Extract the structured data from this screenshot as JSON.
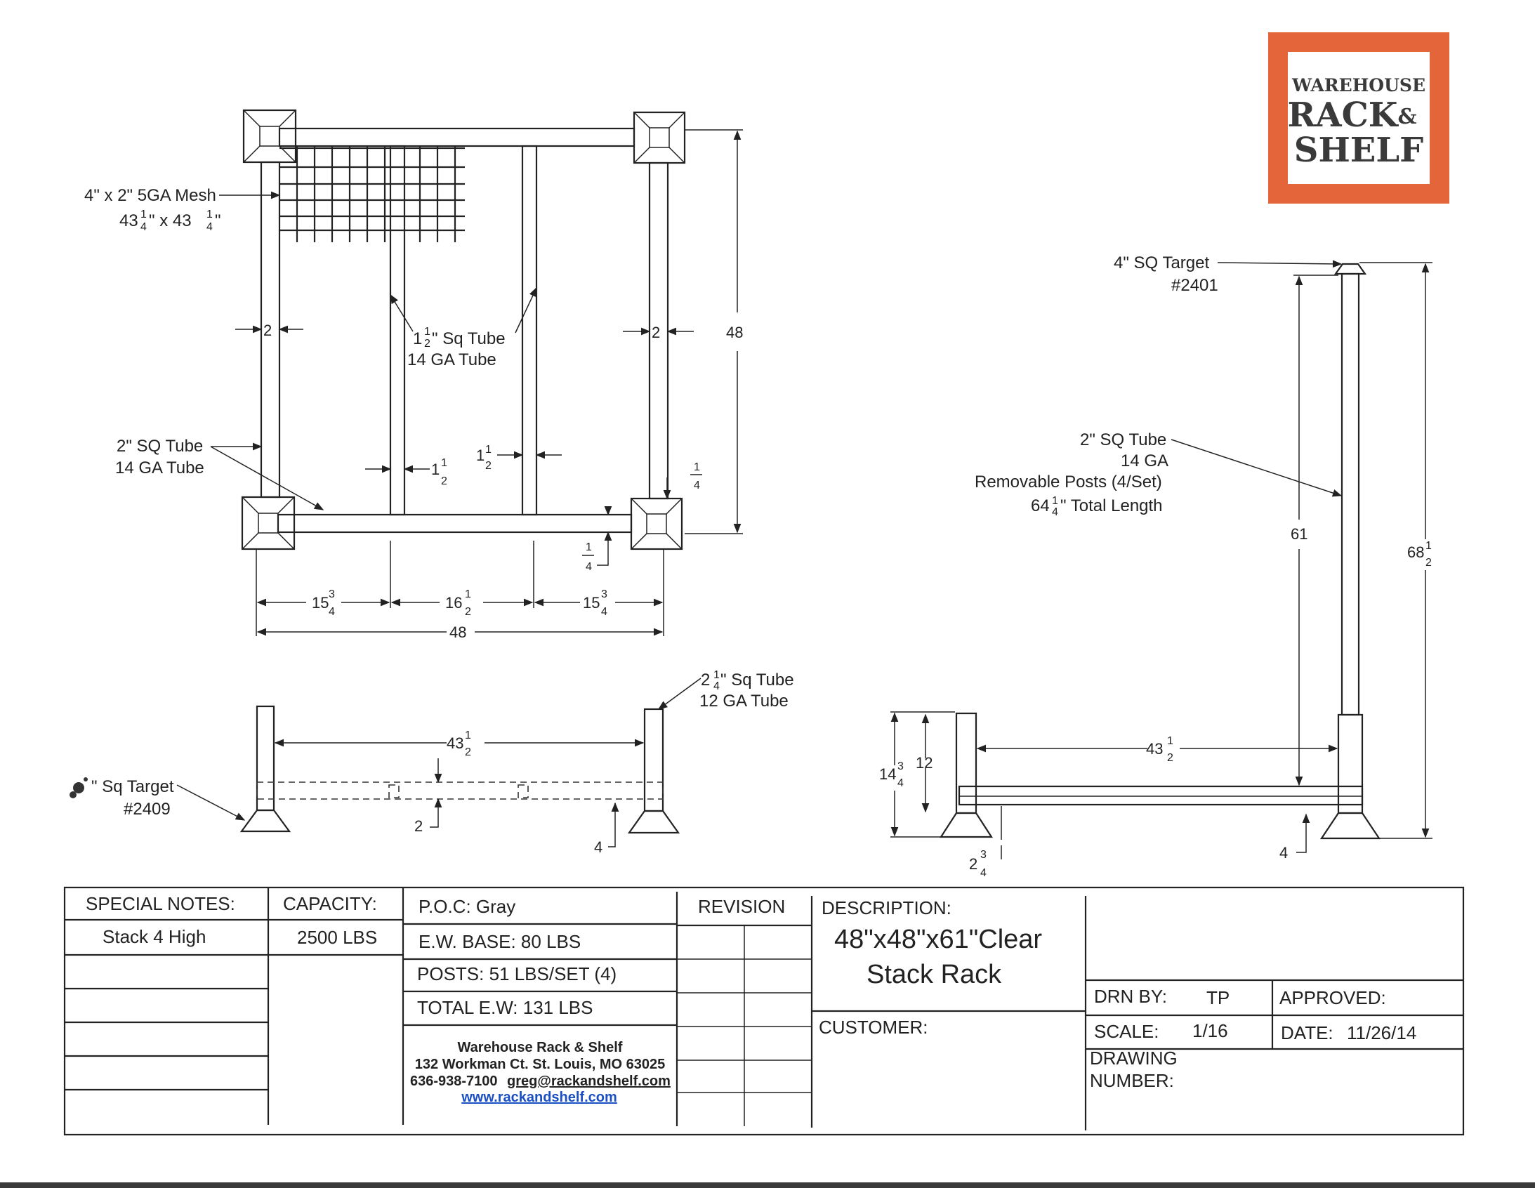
{
  "logo": {
    "line1": "WAREHOUSE",
    "line2": "RACK",
    "amp": "&",
    "line3": "SHELF",
    "color": "#e4653a"
  },
  "top_view": {
    "mesh_label_1": "4\" x 2\" 5GA Mesh",
    "mesh_label_2": "43",
    "mesh_label_3": "\" x 43",
    "mesh_label_4": "\"",
    "frac_n": "1",
    "frac_d": "4",
    "dim_2_left": "2",
    "dim_2_right": "2",
    "dim_48_height": "48",
    "center_tube_1": "1",
    "center_tube_frac_n": "1",
    "center_tube_frac_d": "2",
    "center_tube_1b": "\" Sq Tube",
    "center_tube_2": "14 GA Tube",
    "sq_tube_1": "2\" SQ Tube",
    "sq_tube_2": "14 GA Tube",
    "dim_1_a": "1",
    "dim_1_b": "1",
    "half_n": "1",
    "half_d": "2",
    "quarter_n": "1",
    "quarter_d": "4",
    "three_q_n": "3",
    "three_q_d": "4",
    "dim_15_a": "15",
    "dim_16": "16",
    "dim_15_b": "15",
    "dim_48_width": "48"
  },
  "side_view": {
    "target_1": "\" Sq Target",
    "target_2": "#2409",
    "tube_1": "2",
    "tube_frac_n": "1",
    "tube_frac_d": "4",
    "tube_1b": "\" Sq Tube",
    "tube_2": "12 GA Tube",
    "dim_43": "43",
    "half_n": "1",
    "half_d": "2",
    "dim_2": "2",
    "dim_4": "4"
  },
  "post_view": {
    "target_1": "4\" SQ Target",
    "target_2": "#2401",
    "posts_1": "2\" SQ Tube",
    "posts_2": "14 GA",
    "posts_3": "Removable Posts (4/Set)",
    "posts_4": "64",
    "posts_4_frac_n": "1",
    "posts_4_frac_d": "4",
    "posts_4b": "\" Total Length",
    "dim_61": "61",
    "dim_68": "68",
    "half_n": "1",
    "half_d": "2",
    "dim_14": "14",
    "three_q_n": "3",
    "three_q_d": "4",
    "dim_12": "12",
    "dim_43": "43",
    "dim_2": "2",
    "dim_4": "4"
  },
  "title_block": {
    "special_notes_header": "SPECIAL NOTES:",
    "special_notes_1": "Stack 4 High",
    "capacity_header": "CAPACITY:",
    "capacity_value": "2500 LBS",
    "poc": "P.O.C: Gray",
    "ew_base": "E.W. BASE: 80 LBS",
    "posts": "POSTS: 51 LBS/SET (4)",
    "total_ew": "TOTAL E.W: 131 LBS",
    "company": "Warehouse Rack & Shelf",
    "address": "132 Workman Ct.  St. Louis, MO 63025",
    "phone": "636-938-7100",
    "email": "greg@rackandshelf.com",
    "website": "www.rackandshelf.com",
    "revision_header": "REVISION",
    "description_header": "DESCRIPTION:",
    "description_1": "48\"x48\"x61\"Clear",
    "description_2": "Stack Rack",
    "customer_header": "CUSTOMER:",
    "drn_by_label": "DRN BY:",
    "drn_by_value": "TP",
    "approved_label": "APPROVED:",
    "scale_label": "SCALE:",
    "scale_value": "1/16",
    "date_label": "DATE:",
    "date_value": "11/26/14",
    "drawing_label_1": "DRAWING",
    "drawing_label_2": "NUMBER:"
  }
}
